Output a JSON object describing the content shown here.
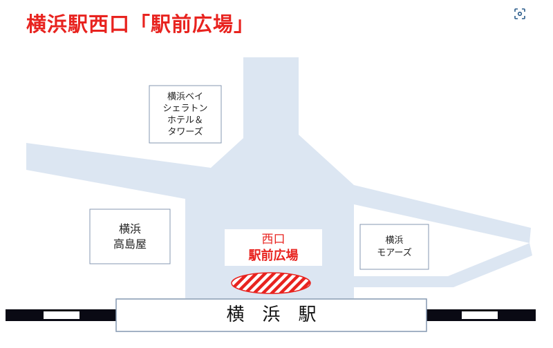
{
  "title": "横浜駅西口「駅前広場」",
  "buildings": {
    "sheraton": [
      "横浜ベイ",
      "シェラトン",
      "ホテル＆",
      "タワーズ"
    ],
    "takashimaya": [
      "横浜",
      "高島屋"
    ],
    "mores": [
      "横浜",
      "モアーズ"
    ]
  },
  "plaza_label": {
    "line1": "西口",
    "line2": "駅前広場"
  },
  "station": "横　浜　駅",
  "icons": {
    "lens": "visual-search-icon"
  },
  "colors": {
    "road": "#dce6f2",
    "accent": "#e8231f",
    "border": "#8497b0"
  }
}
